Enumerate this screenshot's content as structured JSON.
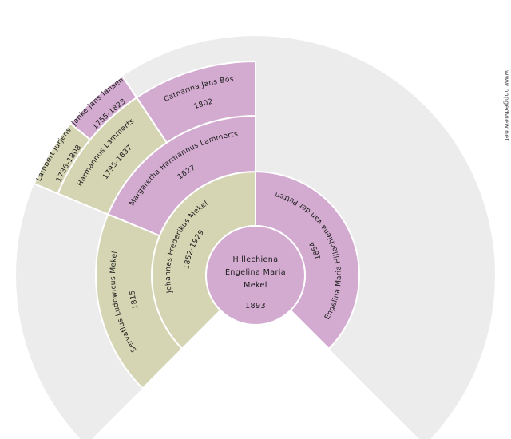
{
  "chart_data": {
    "type": "pie",
    "title": "",
    "subtitle": "",
    "xlabel": "",
    "ylabel": "",
    "legend_position": "none",
    "grid": false,
    "description": "Genealogical fan chart (ancestor wheel) with 4 generations radiating from the center individual",
    "colors": {
      "female": "#d3abd0",
      "male": "#d5d5b4",
      "background_disc": "#ececec",
      "page_background": "#ffffff",
      "separator": "#ffffff",
      "text": "#1a1a1a"
    },
    "geometry": {
      "center_x": 320,
      "center_y": 345,
      "fan_start_deg": -45,
      "fan_end_deg": 225,
      "ring_radii": [
        62,
        130,
        200,
        268
      ],
      "outer_disc_radius": 300
    },
    "categories": [
      "Generation 1",
      "Generation 2",
      "Generation 3",
      "Generation 4"
    ],
    "values": [
      1,
      2,
      3,
      4
    ],
    "series": [
      {
        "name": "ancestors",
        "values": [
          1,
          2,
          3,
          4
        ]
      }
    ]
  },
  "center": {
    "name_line1": "Hillechiena",
    "name_line2": "Engelina Maria",
    "name_line3": "Mekel",
    "year": "1893",
    "sex": "female"
  },
  "segments": [
    {
      "id": "gen2-father",
      "name": "Johannes Frederikus Mekel",
      "dates": "1852-1929",
      "sex": "male",
      "generation": 2
    },
    {
      "id": "gen2-mother",
      "name": "Engelina Maria Hillechiena van der Putten",
      "dates": "1854",
      "sex": "female",
      "generation": 2
    },
    {
      "id": "gen3-paternal-grandfather",
      "name": "Servatius Ludowicus Mekel",
      "dates": "1815",
      "sex": "male",
      "generation": 3
    },
    {
      "id": "gen3-paternal-grandmother",
      "name": "Margaretha Harmannus Lammerts",
      "dates": "1827",
      "sex": "female",
      "generation": 3
    },
    {
      "id": "gen4-great-grandfather",
      "name": "Harmannus Lammerts",
      "dates": "1795-1837",
      "sex": "male",
      "generation": 4
    },
    {
      "id": "gen4-great-grandmother",
      "name": "Catharina Jans Bos",
      "dates": "1802",
      "sex": "female",
      "generation": 4
    },
    {
      "id": "gen5-great-great-grandfather",
      "name": "Lambert Jurjens",
      "dates": "1736-1808",
      "sex": "male",
      "generation": 5
    },
    {
      "id": "gen5-great-great-grandmother",
      "name": "Janke Jans Jansen",
      "dates": "1755-1823",
      "sex": "female",
      "generation": 5
    }
  ],
  "watermark": {
    "text": "www.phpgedview.net"
  }
}
